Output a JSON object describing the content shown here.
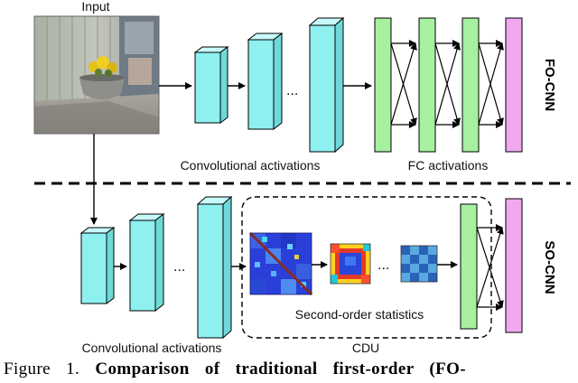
{
  "figure": {
    "input_label": "Input",
    "fo_label": "FO-CNN",
    "so_label": "SO-CNN",
    "conv_label_top": "Convolutional activations",
    "fc_label": "FC activations",
    "conv_label_bottom": "Convolutional activations",
    "stats_label": "Second-order statistics",
    "cdu_label": "CDU",
    "ellipsis": "...",
    "colors": {
      "conv_block": "#8ff0f0",
      "fc_block": "#a6f0a0",
      "output_block": "#f0a8f0",
      "outline": "#000000"
    }
  },
  "caption": {
    "figure_word": "Figure 1.",
    "title_bold": "Comparison of traditional first-order (FO-"
  }
}
